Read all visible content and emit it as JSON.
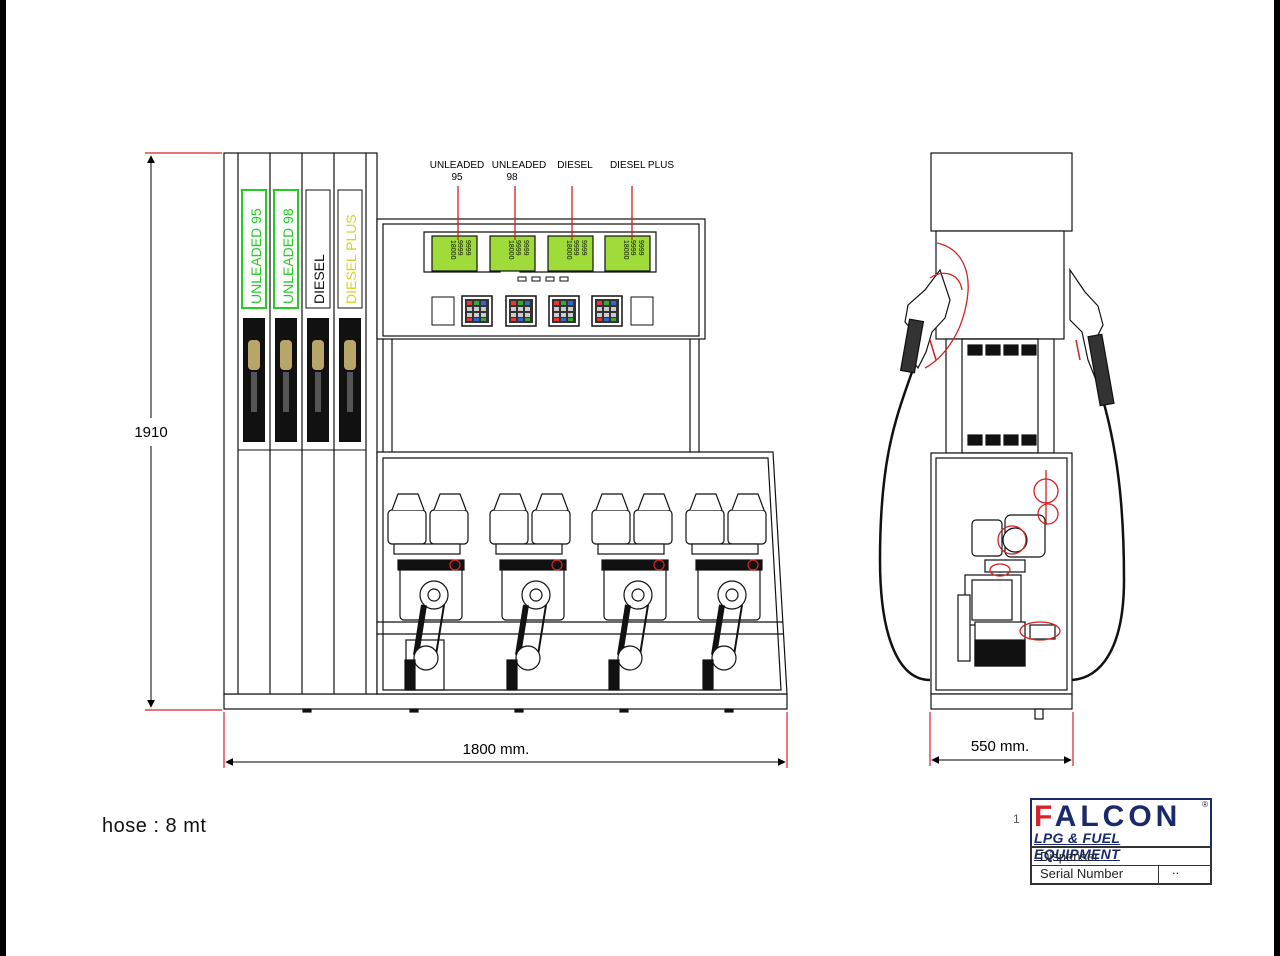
{
  "drawing": {
    "product_labels": [
      {
        "line1": "UNLEADED",
        "line2": "95"
      },
      {
        "line1": "UNLEADED",
        "line2": "98"
      },
      {
        "line1": "DIESEL",
        "line2": ""
      },
      {
        "line1": "DIESEL PLUS",
        "line2": ""
      }
    ],
    "column_labels": [
      "UNLEADED 95",
      "UNLEADED 98",
      "DIESEL",
      "DIESEL PLUS"
    ],
    "column_colors": [
      "#22cc22",
      "#22cc22",
      "#111111",
      "#d4d422"
    ],
    "display_readouts": [
      "9999",
      "9999",
      "18000"
    ],
    "dimensions": {
      "height": "1910",
      "front_width": "1800  mm.",
      "side_width": "550  mm."
    },
    "hose_note": "hose : 8 mt",
    "dimension_color": "#d62020",
    "lcd_color": "#9fdc3a"
  },
  "titleblock": {
    "brand": "FALCON",
    "brand_first_letter": "F",
    "brand_rest": "ALCON",
    "registered": "®",
    "subtitle": "LPG & FUEL EQUIPMENT",
    "row1": "Dispenser",
    "row2": "Serial Number",
    "serial_value": "..",
    "brand_color": "#1a2a6c",
    "accent_color": "#d4232a",
    "side_mark": "1"
  }
}
